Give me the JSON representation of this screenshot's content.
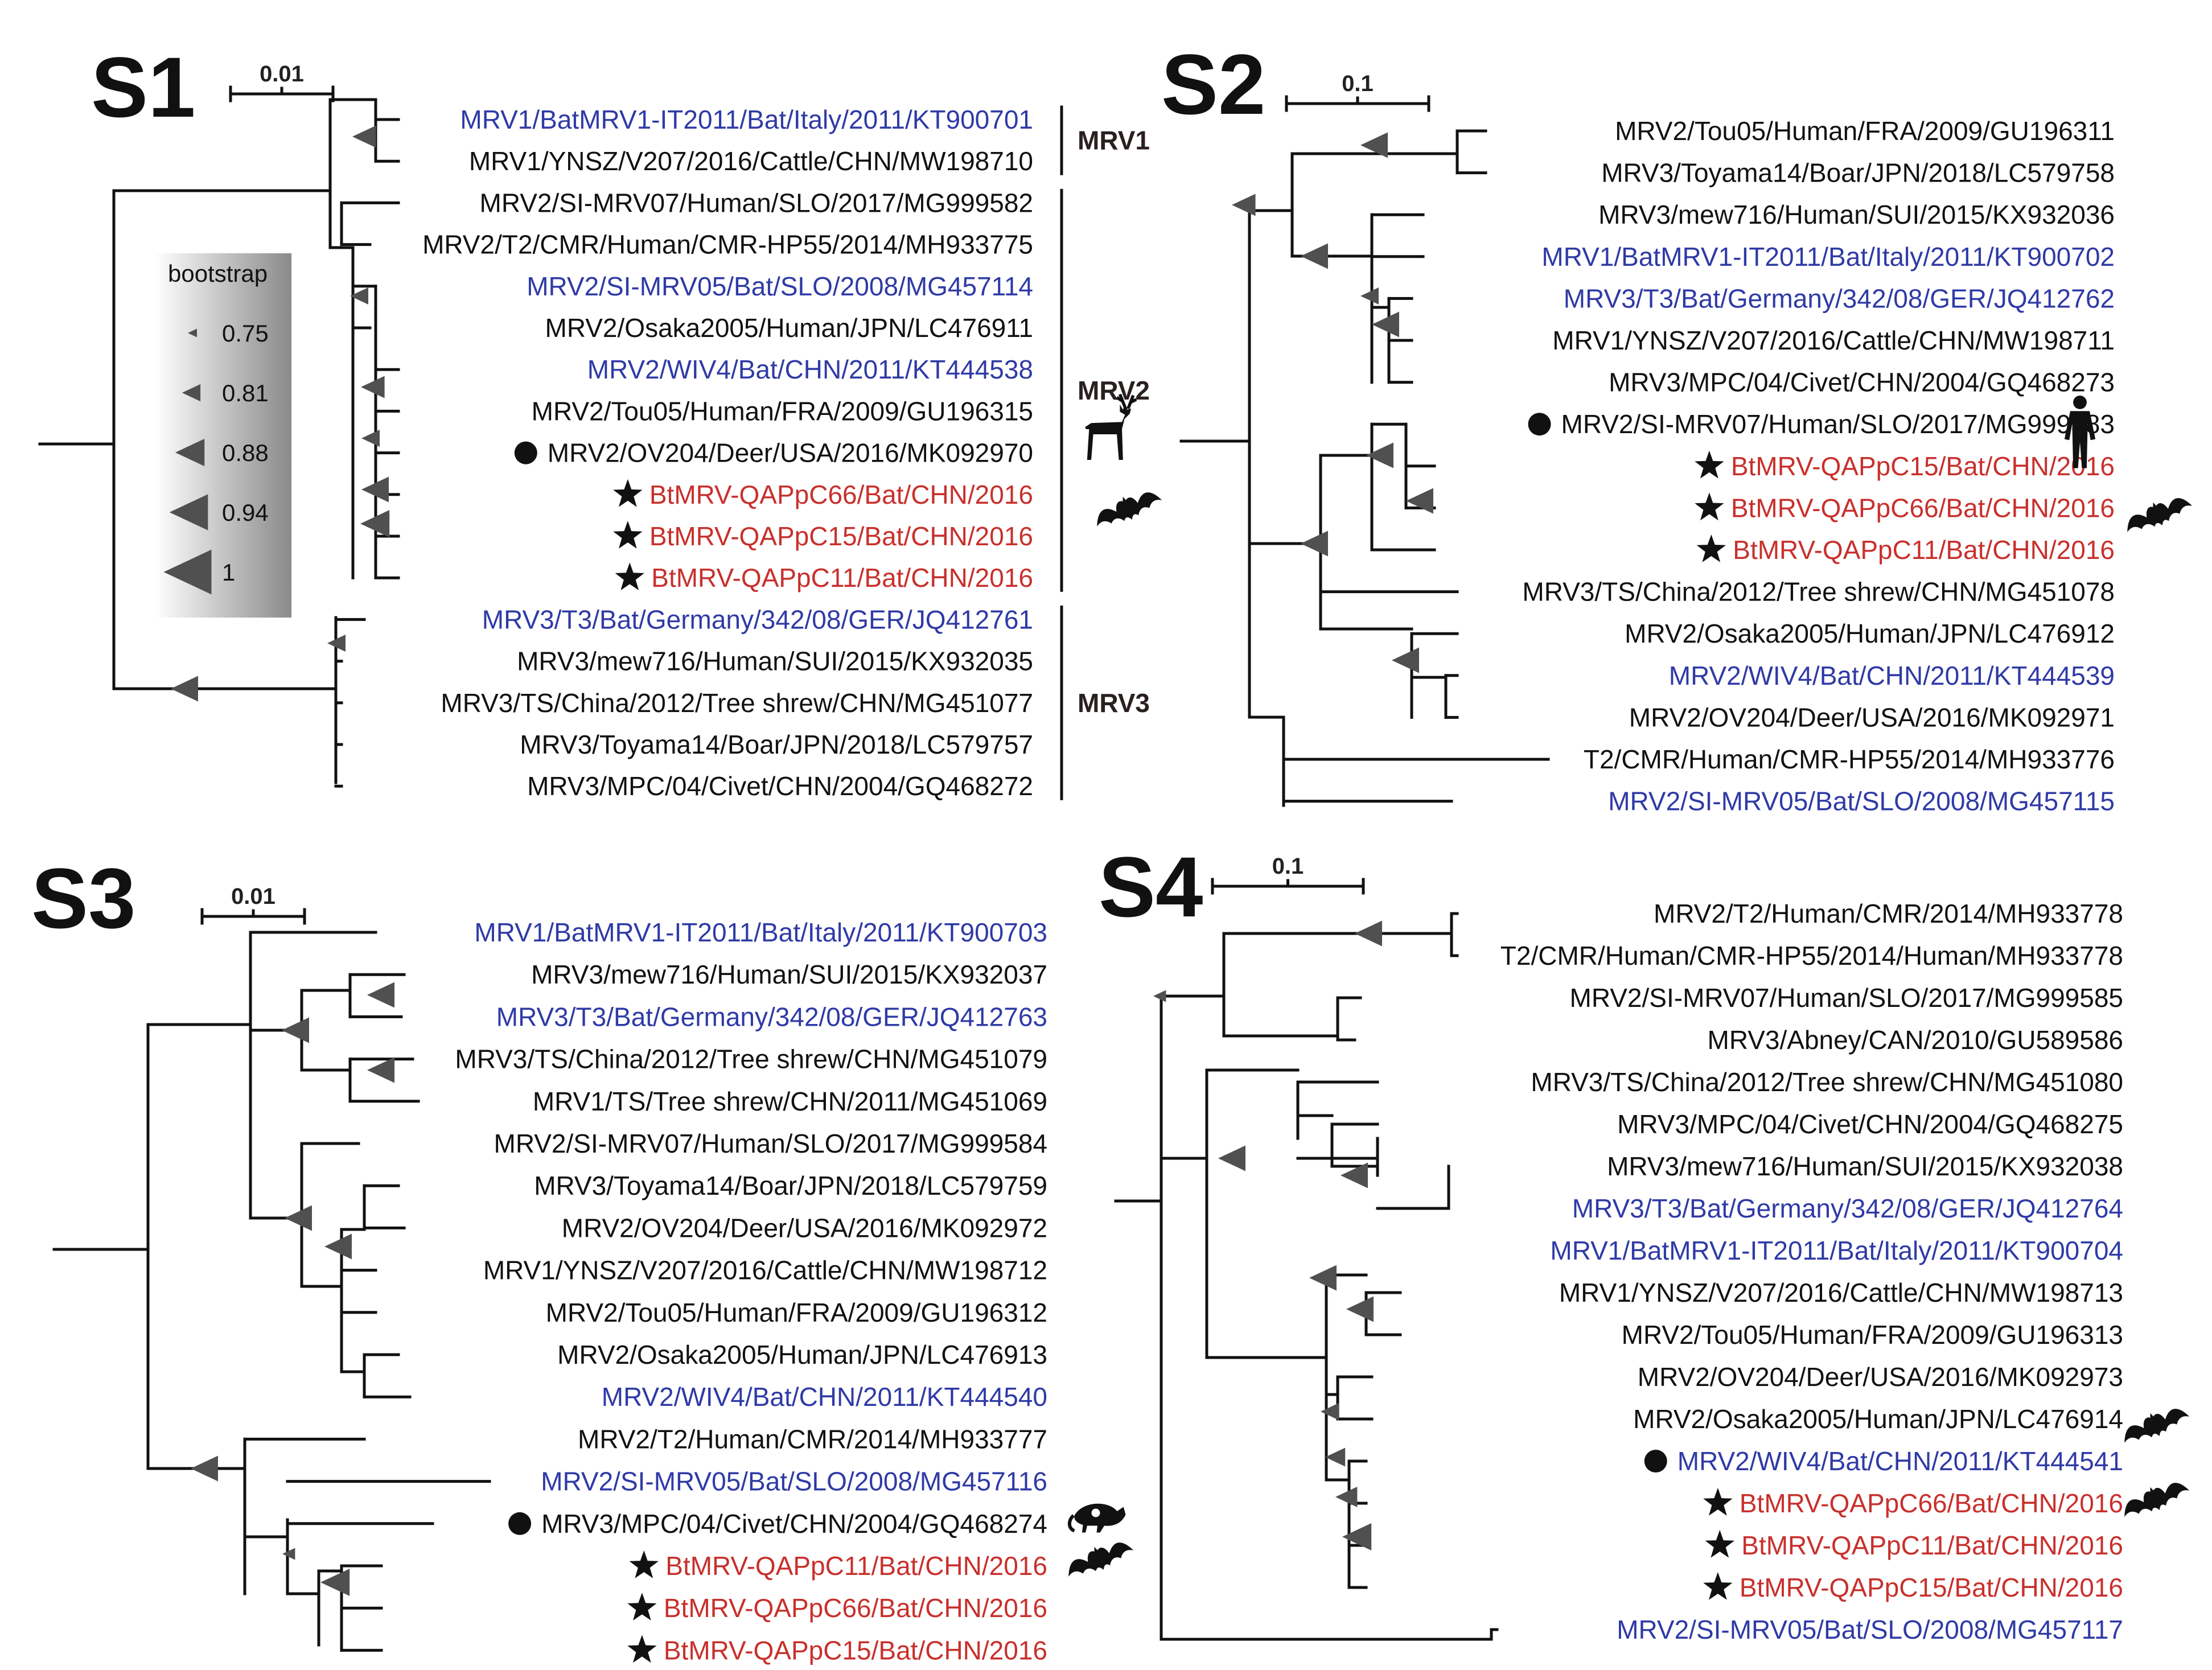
{
  "colors": {
    "black": "#111111",
    "blue": "#2f3aa6",
    "red": "#c8302c",
    "node": "#505050"
  },
  "legend": {
    "title": "bootstrap",
    "entries": [
      {
        "value": 0.75,
        "label": "0.75"
      },
      {
        "value": 0.81,
        "label": "0.81"
      },
      {
        "value": 0.88,
        "label": "0.88"
      },
      {
        "value": 0.94,
        "label": "0.94"
      },
      {
        "value": 1,
        "label": "1"
      }
    ]
  },
  "panels": [
    {
      "title": "S1",
      "scale": "0.01",
      "taxa": [
        {
          "label": "MRV1/BatMRV1-IT2011/Bat/Italy/2011/KT900701",
          "color": "blue",
          "marker": "none"
        },
        {
          "label": "MRV1/YNSZ/V207/2016/Cattle/CHN/MW198710",
          "color": "black",
          "marker": "none"
        },
        {
          "label": "MRV2/SI-MRV07/Human/SLO/2017/MG999582",
          "color": "black",
          "marker": "none"
        },
        {
          "label": "MRV2/T2/CMR/Human/CMR-HP55/2014/MH933775",
          "color": "black",
          "marker": "none"
        },
        {
          "label": "MRV2/SI-MRV05/Bat/SLO/2008/MG457114",
          "color": "blue",
          "marker": "none"
        },
        {
          "label": "MRV2/Osaka2005/Human/JPN/LC476911",
          "color": "black",
          "marker": "none"
        },
        {
          "label": "MRV2/WIV4/Bat/CHN/2011/KT444538",
          "color": "blue",
          "marker": "none"
        },
        {
          "label": "MRV2/Tou05/Human/FRA/2009/GU196315",
          "color": "black",
          "marker": "none"
        },
        {
          "label": "MRV2/OV204/Deer/USA/2016/MK092970",
          "color": "black",
          "marker": "dot"
        },
        {
          "label": "BtMRV-QAPpC66/Bat/CHN/2016",
          "color": "red",
          "marker": "star"
        },
        {
          "label": "BtMRV-QAPpC15/Bat/CHN/2016",
          "color": "red",
          "marker": "star"
        },
        {
          "label": "BtMRV-QAPpC11/Bat/CHN/2016",
          "color": "red",
          "marker": "star"
        },
        {
          "label": "MRV3/T3/Bat/Germany/342/08/GER/JQ412761",
          "color": "blue",
          "marker": "none"
        },
        {
          "label": "MRV3/mew716/Human/SUI/2015/KX932035",
          "color": "black",
          "marker": "none"
        },
        {
          "label": "MRV3/TS/China/2012/Tree shrew/CHN/MG451077",
          "color": "black",
          "marker": "none"
        },
        {
          "label": "MRV3/Toyama14/Boar/JPN/2018/LC579757",
          "color": "black",
          "marker": "none"
        },
        {
          "label": "MRV3/MPC/04/Civet/CHN/2004/GQ468272",
          "color": "black",
          "marker": "none"
        }
      ],
      "clades": [
        {
          "label": "MRV1",
          "from": 0,
          "to": 1
        },
        {
          "label": "MRV2",
          "from": 2,
          "to": 11
        },
        {
          "label": "MRV3",
          "from": 12,
          "to": 16
        }
      ],
      "icons": [
        "deer-icon",
        "bat-icon"
      ]
    },
    {
      "title": "S2",
      "scale": "0.1",
      "taxa": [
        {
          "label": "MRV2/Tou05/Human/FRA/2009/GU196311",
          "color": "black",
          "marker": "none"
        },
        {
          "label": "MRV3/Toyama14/Boar/JPN/2018/LC579758",
          "color": "black",
          "marker": "none"
        },
        {
          "label": "MRV3/mew716/Human/SUI/2015/KX932036",
          "color": "black",
          "marker": "none"
        },
        {
          "label": "MRV1/BatMRV1-IT2011/Bat/Italy/2011/KT900702",
          "color": "blue",
          "marker": "none"
        },
        {
          "label": "MRV3/T3/Bat/Germany/342/08/GER/JQ412762",
          "color": "blue",
          "marker": "none"
        },
        {
          "label": "MRV1/YNSZ/V207/2016/Cattle/CHN/MW198711",
          "color": "black",
          "marker": "none"
        },
        {
          "label": "MRV3/MPC/04/Civet/CHN/2004/GQ468273",
          "color": "black",
          "marker": "none"
        },
        {
          "label": "MRV2/SI-MRV07/Human/SLO/2017/MG999583",
          "color": "black",
          "marker": "dot"
        },
        {
          "label": "BtMRV-QAPpC15/Bat/CHN/2016",
          "color": "red",
          "marker": "star"
        },
        {
          "label": "BtMRV-QAPpC66/Bat/CHN/2016",
          "color": "red",
          "marker": "star"
        },
        {
          "label": "BtMRV-QAPpC11/Bat/CHN/2016",
          "color": "red",
          "marker": "star"
        },
        {
          "label": "MRV3/TS/China/2012/Tree shrew/CHN/MG451078",
          "color": "black",
          "marker": "none"
        },
        {
          "label": "MRV2/Osaka2005/Human/JPN/LC476912",
          "color": "black",
          "marker": "none"
        },
        {
          "label": "MRV2/WIV4/Bat/CHN/2011/KT444539",
          "color": "blue",
          "marker": "none"
        },
        {
          "label": "MRV2/OV204/Deer/USA/2016/MK092971",
          "color": "black",
          "marker": "none"
        },
        {
          "label": "T2/CMR/Human/CMR-HP55/2014/MH933776",
          "color": "black",
          "marker": "none"
        },
        {
          "label": "MRV2/SI-MRV05/Bat/SLO/2008/MG457115",
          "color": "blue",
          "marker": "none"
        }
      ],
      "clades": [],
      "icons": [
        "human-icon",
        "bat-icon"
      ]
    },
    {
      "title": "S3",
      "scale": "0.01",
      "taxa": [
        {
          "label": "MRV1/BatMRV1-IT2011/Bat/Italy/2011/KT900703",
          "color": "blue",
          "marker": "none"
        },
        {
          "label": "MRV3/mew716/Human/SUI/2015/KX932037",
          "color": "black",
          "marker": "none"
        },
        {
          "label": "MRV3/T3/Bat/Germany/342/08/GER/JQ412763",
          "color": "blue",
          "marker": "none"
        },
        {
          "label": "MRV3/TS/China/2012/Tree shrew/CHN/MG451079",
          "color": "black",
          "marker": "none"
        },
        {
          "label": "MRV1/TS/Tree shrew/CHN/2011/MG451069",
          "color": "black",
          "marker": "none"
        },
        {
          "label": "MRV2/SI-MRV07/Human/SLO/2017/MG999584",
          "color": "black",
          "marker": "none"
        },
        {
          "label": "MRV3/Toyama14/Boar/JPN/2018/LC579759",
          "color": "black",
          "marker": "none"
        },
        {
          "label": "MRV2/OV204/Deer/USA/2016/MK092972",
          "color": "black",
          "marker": "none"
        },
        {
          "label": "MRV1/YNSZ/V207/2016/Cattle/CHN/MW198712",
          "color": "black",
          "marker": "none"
        },
        {
          "label": "MRV2/Tou05/Human/FRA/2009/GU196312",
          "color": "black",
          "marker": "none"
        },
        {
          "label": "MRV2/Osaka2005/Human/JPN/LC476913",
          "color": "black",
          "marker": "none"
        },
        {
          "label": "MRV2/WIV4/Bat/CHN/2011/KT444540",
          "color": "blue",
          "marker": "none"
        },
        {
          "label": "MRV2/T2/Human/CMR/2014/MH933777",
          "color": "black",
          "marker": "none"
        },
        {
          "label": "MRV2/SI-MRV05/Bat/SLO/2008/MG457116",
          "color": "blue",
          "marker": "none"
        },
        {
          "label": "MRV3/MPC/04/Civet/CHN/2004/GQ468274",
          "color": "black",
          "marker": "dot"
        },
        {
          "label": "BtMRV-QAPpC11/Bat/CHN/2016",
          "color": "red",
          "marker": "star"
        },
        {
          "label": "BtMRV-QAPpC66/Bat/CHN/2016",
          "color": "red",
          "marker": "star"
        },
        {
          "label": "BtMRV-QAPpC15/Bat/CHN/2016",
          "color": "red",
          "marker": "star"
        }
      ],
      "clades": [],
      "icons": [
        "civet-icon",
        "bat-icon"
      ]
    },
    {
      "title": "S4",
      "scale": "0.1",
      "taxa": [
        {
          "label": "MRV2/T2/Human/CMR/2014/MH933778",
          "color": "black",
          "marker": "none"
        },
        {
          "label": "T2/CMR/Human/CMR-HP55/2014/Human/MH933778",
          "color": "black",
          "marker": "none"
        },
        {
          "label": "MRV2/SI-MRV07/Human/SLO/2017/MG999585",
          "color": "black",
          "marker": "none"
        },
        {
          "label": "MRV3/Abney/CAN/2010/GU589586",
          "color": "black",
          "marker": "none"
        },
        {
          "label": "MRV3/TS/China/2012/Tree shrew/CHN/MG451080",
          "color": "black",
          "marker": "none"
        },
        {
          "label": "MRV3/MPC/04/Civet/CHN/2004/GQ468275",
          "color": "black",
          "marker": "none"
        },
        {
          "label": "MRV3/mew716/Human/SUI/2015/KX932038",
          "color": "black",
          "marker": "none"
        },
        {
          "label": "MRV3/T3/Bat/Germany/342/08/GER/JQ412764",
          "color": "blue",
          "marker": "none"
        },
        {
          "label": "MRV1/BatMRV1-IT2011/Bat/Italy/2011/KT900704",
          "color": "blue",
          "marker": "none"
        },
        {
          "label": "MRV1/YNSZ/V207/2016/Cattle/CHN/MW198713",
          "color": "black",
          "marker": "none"
        },
        {
          "label": "MRV2/Tou05/Human/FRA/2009/GU196313",
          "color": "black",
          "marker": "none"
        },
        {
          "label": "MRV2/OV204/Deer/USA/2016/MK092973",
          "color": "black",
          "marker": "none"
        },
        {
          "label": "MRV2/Osaka2005/Human/JPN/LC476914",
          "color": "black",
          "marker": "none"
        },
        {
          "label": "MRV2/WIV4/Bat/CHN/2011/KT444541",
          "color": "blue",
          "marker": "dot"
        },
        {
          "label": "BtMRV-QAPpC66/Bat/CHN/2016",
          "color": "red",
          "marker": "star"
        },
        {
          "label": "BtMRV-QAPpC11/Bat/CHN/2016",
          "color": "red",
          "marker": "star"
        },
        {
          "label": "BtMRV-QAPpC15/Bat/CHN/2016",
          "color": "red",
          "marker": "star"
        },
        {
          "label": "MRV2/SI-MRV05/Bat/SLO/2008/MG457117",
          "color": "blue",
          "marker": "none"
        }
      ],
      "clades": [],
      "icons": [
        "bat-icon",
        "bat-icon"
      ]
    }
  ]
}
